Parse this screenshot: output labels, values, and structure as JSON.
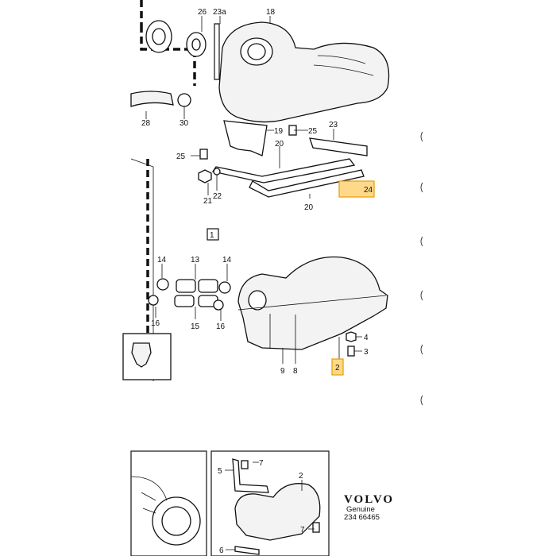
{
  "callouts": {
    "c26": "26",
    "c23a": "23a",
    "c18": "18",
    "c28": "28",
    "c30": "30",
    "c19": "19",
    "c25a": "25",
    "c23": "23",
    "c25b": "25",
    "c20a": "20",
    "c22": "22",
    "c21": "21",
    "c20b": "20",
    "c24": "24",
    "c13": "13",
    "c14a": "14",
    "c14b": "14",
    "c16a": "16",
    "c15": "15",
    "c16b": "16",
    "c9": "9",
    "c8": "8",
    "c4": "4",
    "c3": "3",
    "c2": "2",
    "c7a": "7",
    "c5": "5",
    "c2b": "2",
    "c7b": "7",
    "c6": "6"
  },
  "view_marker": "1",
  "brand": {
    "name": "VOLVO",
    "genuine": "Genuine",
    "part_number": "234 66465"
  },
  "highlight_color": "#ffd98a"
}
